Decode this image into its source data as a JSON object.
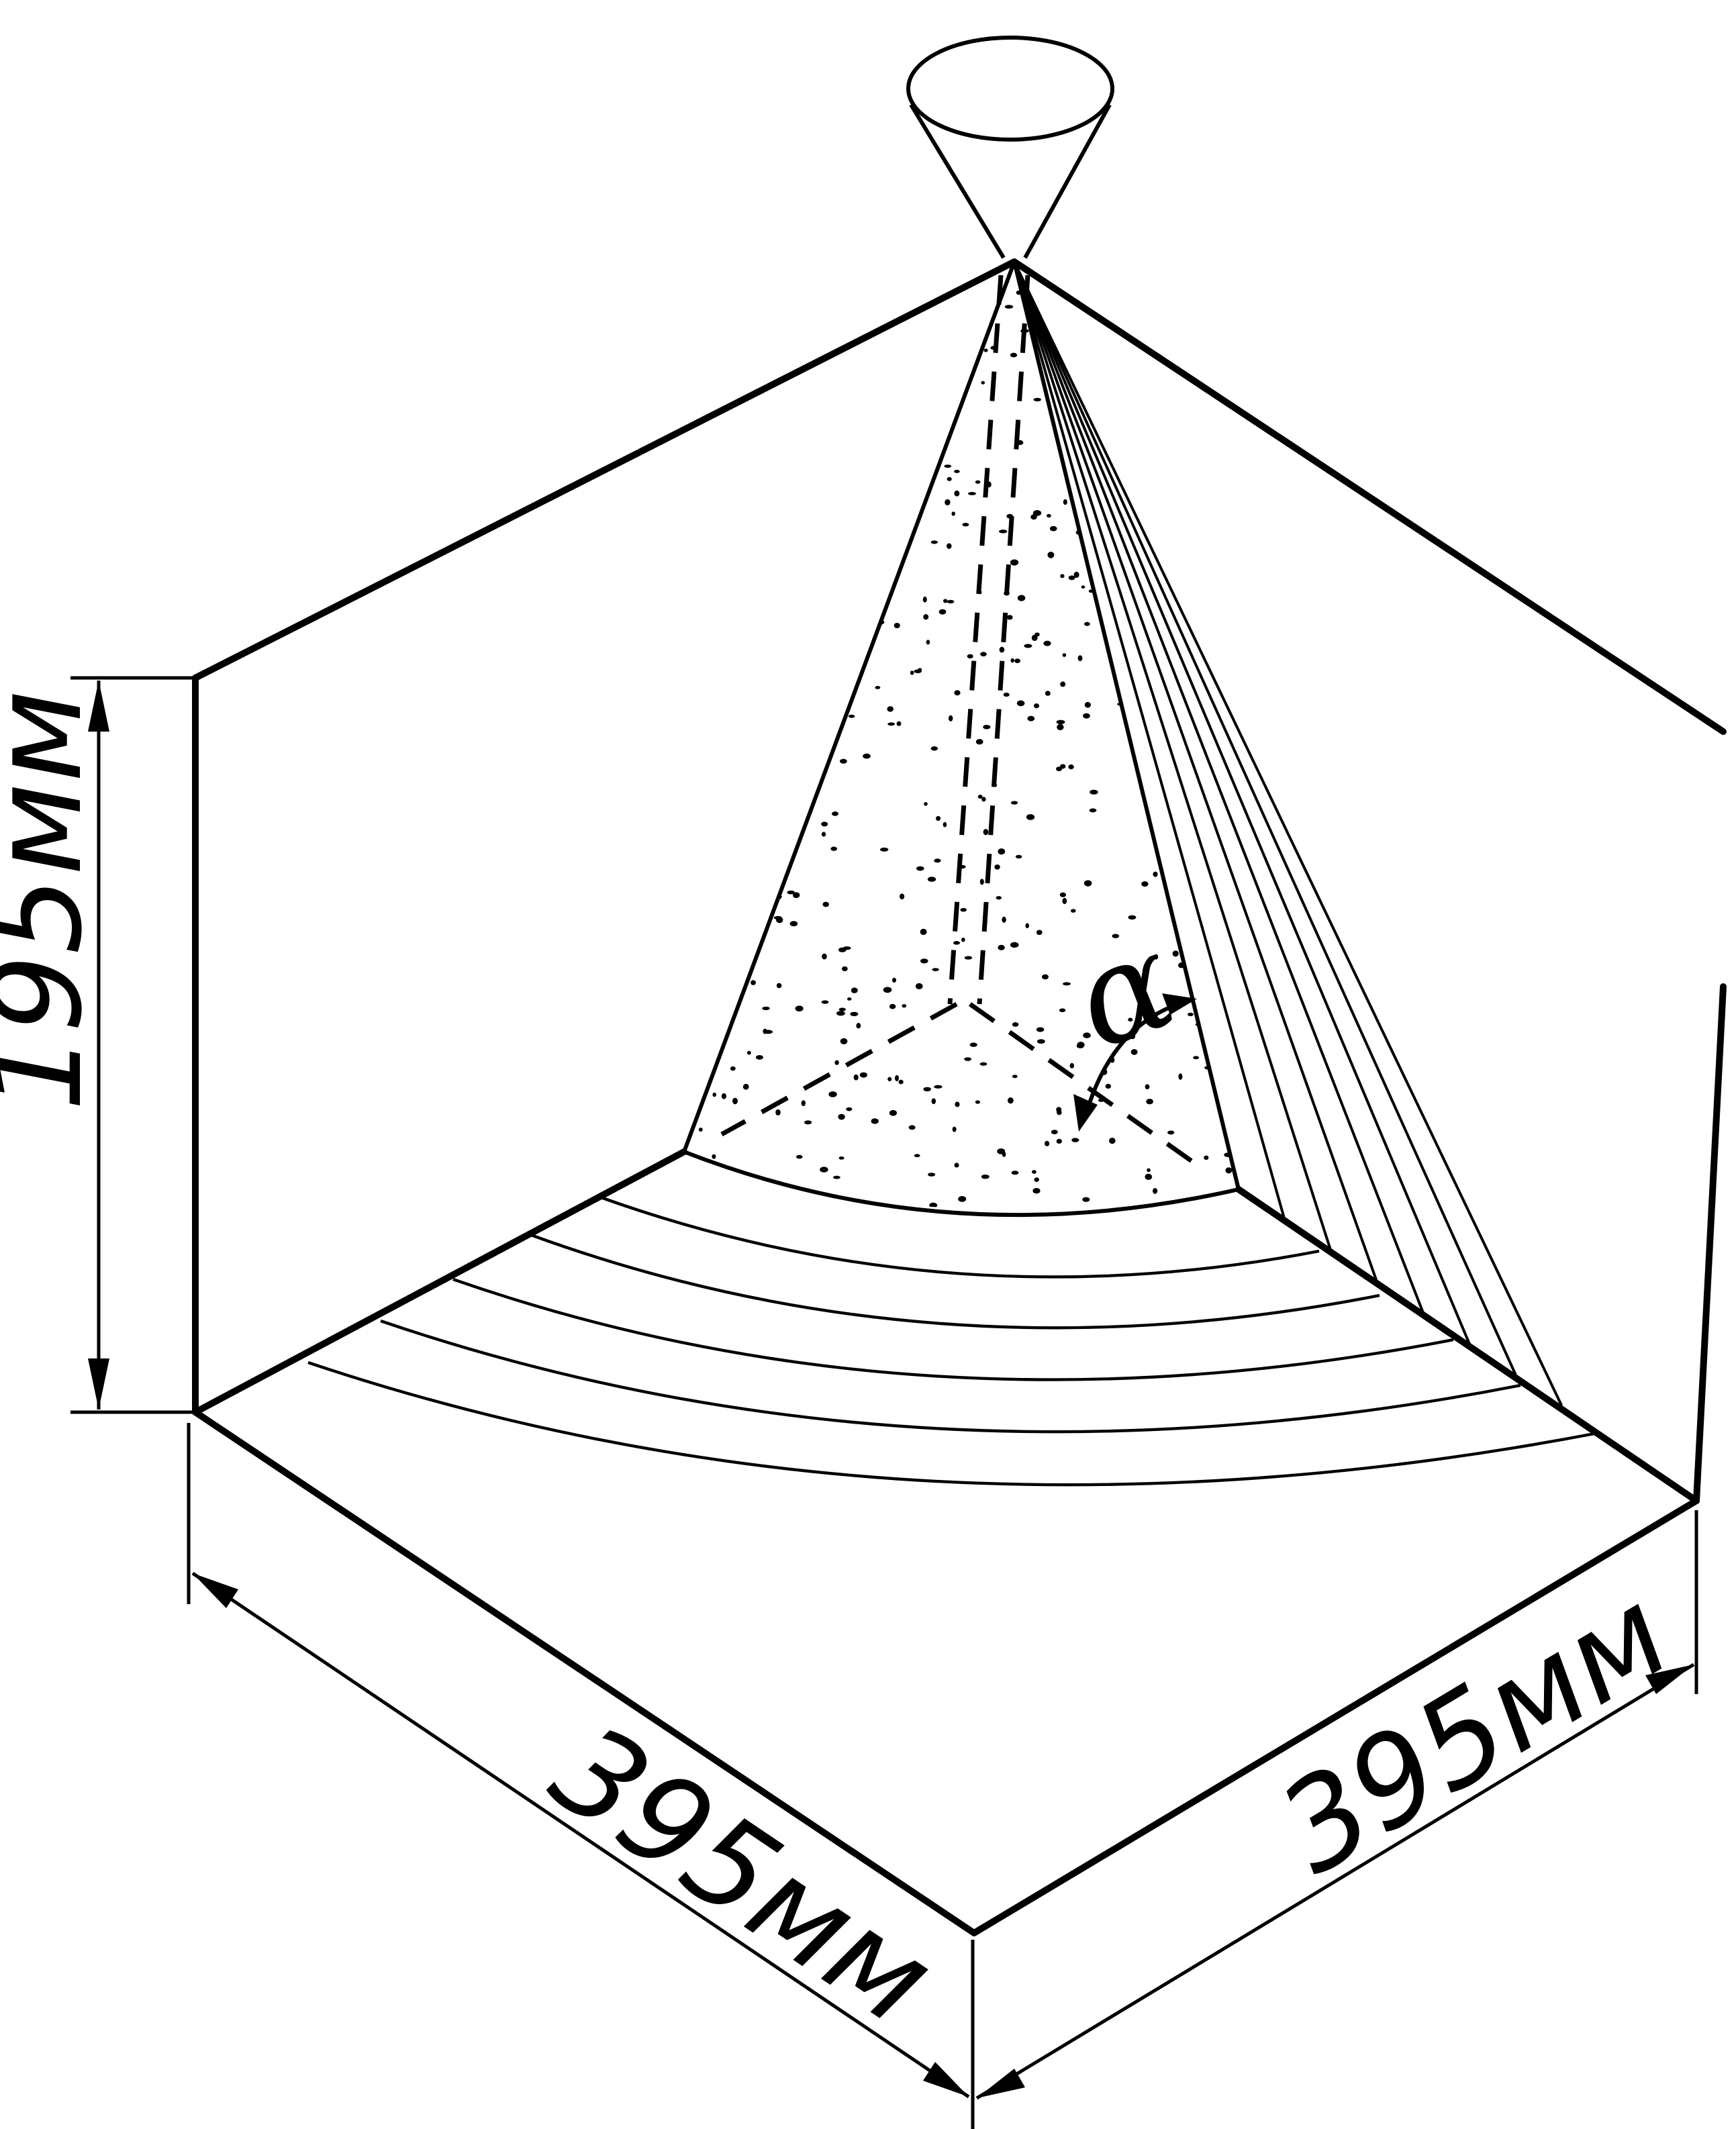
{
  "dimensions": {
    "height_label": "195мм",
    "left_depth_label": "395мм",
    "right_depth_label": "395мм"
  },
  "angle_label": "α",
  "colors": {
    "ink": "#000000",
    "paper": "#ffffff"
  }
}
